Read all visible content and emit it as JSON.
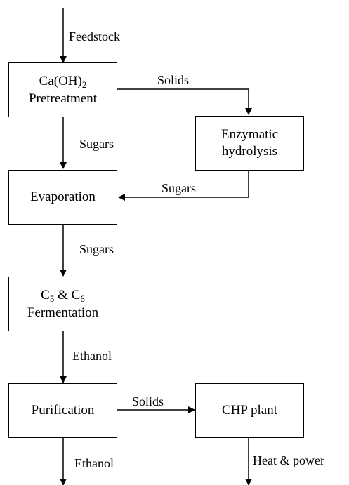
{
  "nodes": {
    "pretreatment": {
      "line1_main": "Ca(OH)",
      "line1_sub": "2",
      "line2": "Pretreatment"
    },
    "hydrolysis": {
      "line1": "Enzymatic",
      "line2": "hydrolysis"
    },
    "evaporation": {
      "label": "Evaporation"
    },
    "fermentation": {
      "c1": "C",
      "sub1": "5",
      "amp": " & C",
      "sub2": "6",
      "line2": "Fermentation"
    },
    "purification": {
      "label": "Purification"
    },
    "chp": {
      "label": "CHP plant"
    }
  },
  "edges": {
    "feedstock": "Feedstock",
    "solids_to_hydrolysis": "Solids",
    "sugars_pretreat_to_evap": "Sugars",
    "sugars_hydrolysis_to_evap": "Sugars",
    "sugars_evap_to_ferm": "Sugars",
    "ethanol_ferm_to_purif": "Ethanol",
    "solids_to_chp": "Solids",
    "ethanol_out": "Ethanol",
    "heat_power_out": "Heat & power"
  },
  "colors": {
    "line": "#000000",
    "background": "#ffffff"
  }
}
